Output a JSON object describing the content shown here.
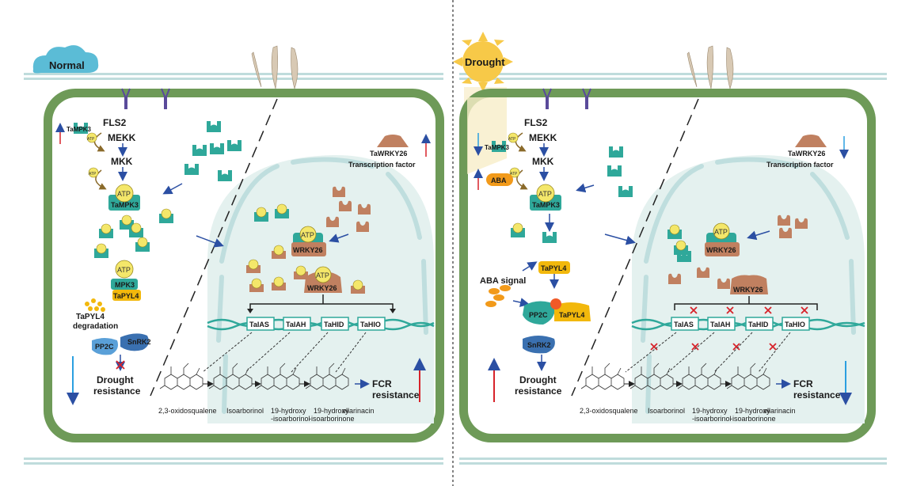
{
  "weather": {
    "normal": "Normal",
    "drought": "Drought"
  },
  "receptor": {
    "fls2": "FLS2",
    "mekk": "MEKK",
    "mkk": "MKK"
  },
  "proteins": {
    "tampk3": "TaMPK3",
    "mpk3": "MPK3",
    "tapyl4": "TaPYL4",
    "pp2c": "PP2C",
    "snrk2": "SnRK2",
    "tawrky26": "TaWRKY26",
    "wrky26": "WRKY26",
    "atp": "ATP",
    "aba": "ABA"
  },
  "labels": {
    "transcription_factor": "Transcription factor",
    "degradation_line1": "TaPYL4",
    "degradation_line2": "degradation",
    "aba_signal": "ABA signal",
    "drought_line1": "Drought",
    "drought_line2": "resistance",
    "fcr_line1": "FCR",
    "fcr_line2": "resistance"
  },
  "genes": [
    "TaIAS",
    "TaIAH",
    "TaHID",
    "TaHIO"
  ],
  "compounds": {
    "c1": "2,3-oxidosqualene",
    "c2": "Isoarborinol",
    "c3a": "19-hydroxy",
    "c3b": "-isoarborinol",
    "c4a": "19-hydroxy",
    "c4b": "-isoarborinone",
    "c5": "ellarinacin"
  },
  "colors": {
    "cell_wall": "#6e9a58",
    "cytoplasm": "#ffffff",
    "nucleus": "#e4f1ef",
    "kinase_teal": "#2fa89a",
    "wrky_brown": "#c08060",
    "atp_yellow": "#f4e76a",
    "pyl4_yellow": "#f2b80c",
    "arrow_blue": "#2b4fa3",
    "up_red": "#d7232a",
    "down_blue": "#2b9fe0",
    "cloud": "#5bbcd6",
    "sun": "#f7c948"
  }
}
